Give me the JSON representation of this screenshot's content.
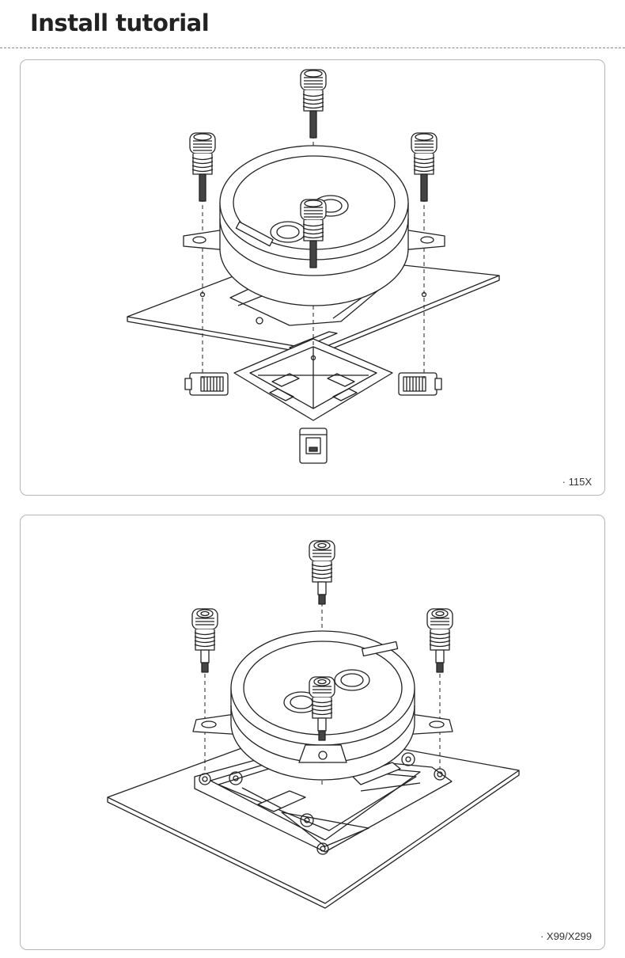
{
  "page": {
    "title": "Install tutorial"
  },
  "panels": [
    {
      "caption": "· 115X"
    },
    {
      "caption": "· X99/X299"
    }
  ],
  "colors": {
    "stroke": "#222222",
    "panel_border": "#b5b5b5",
    "dashed_rule": "#8a8a8a",
    "fill": "#ffffff"
  }
}
